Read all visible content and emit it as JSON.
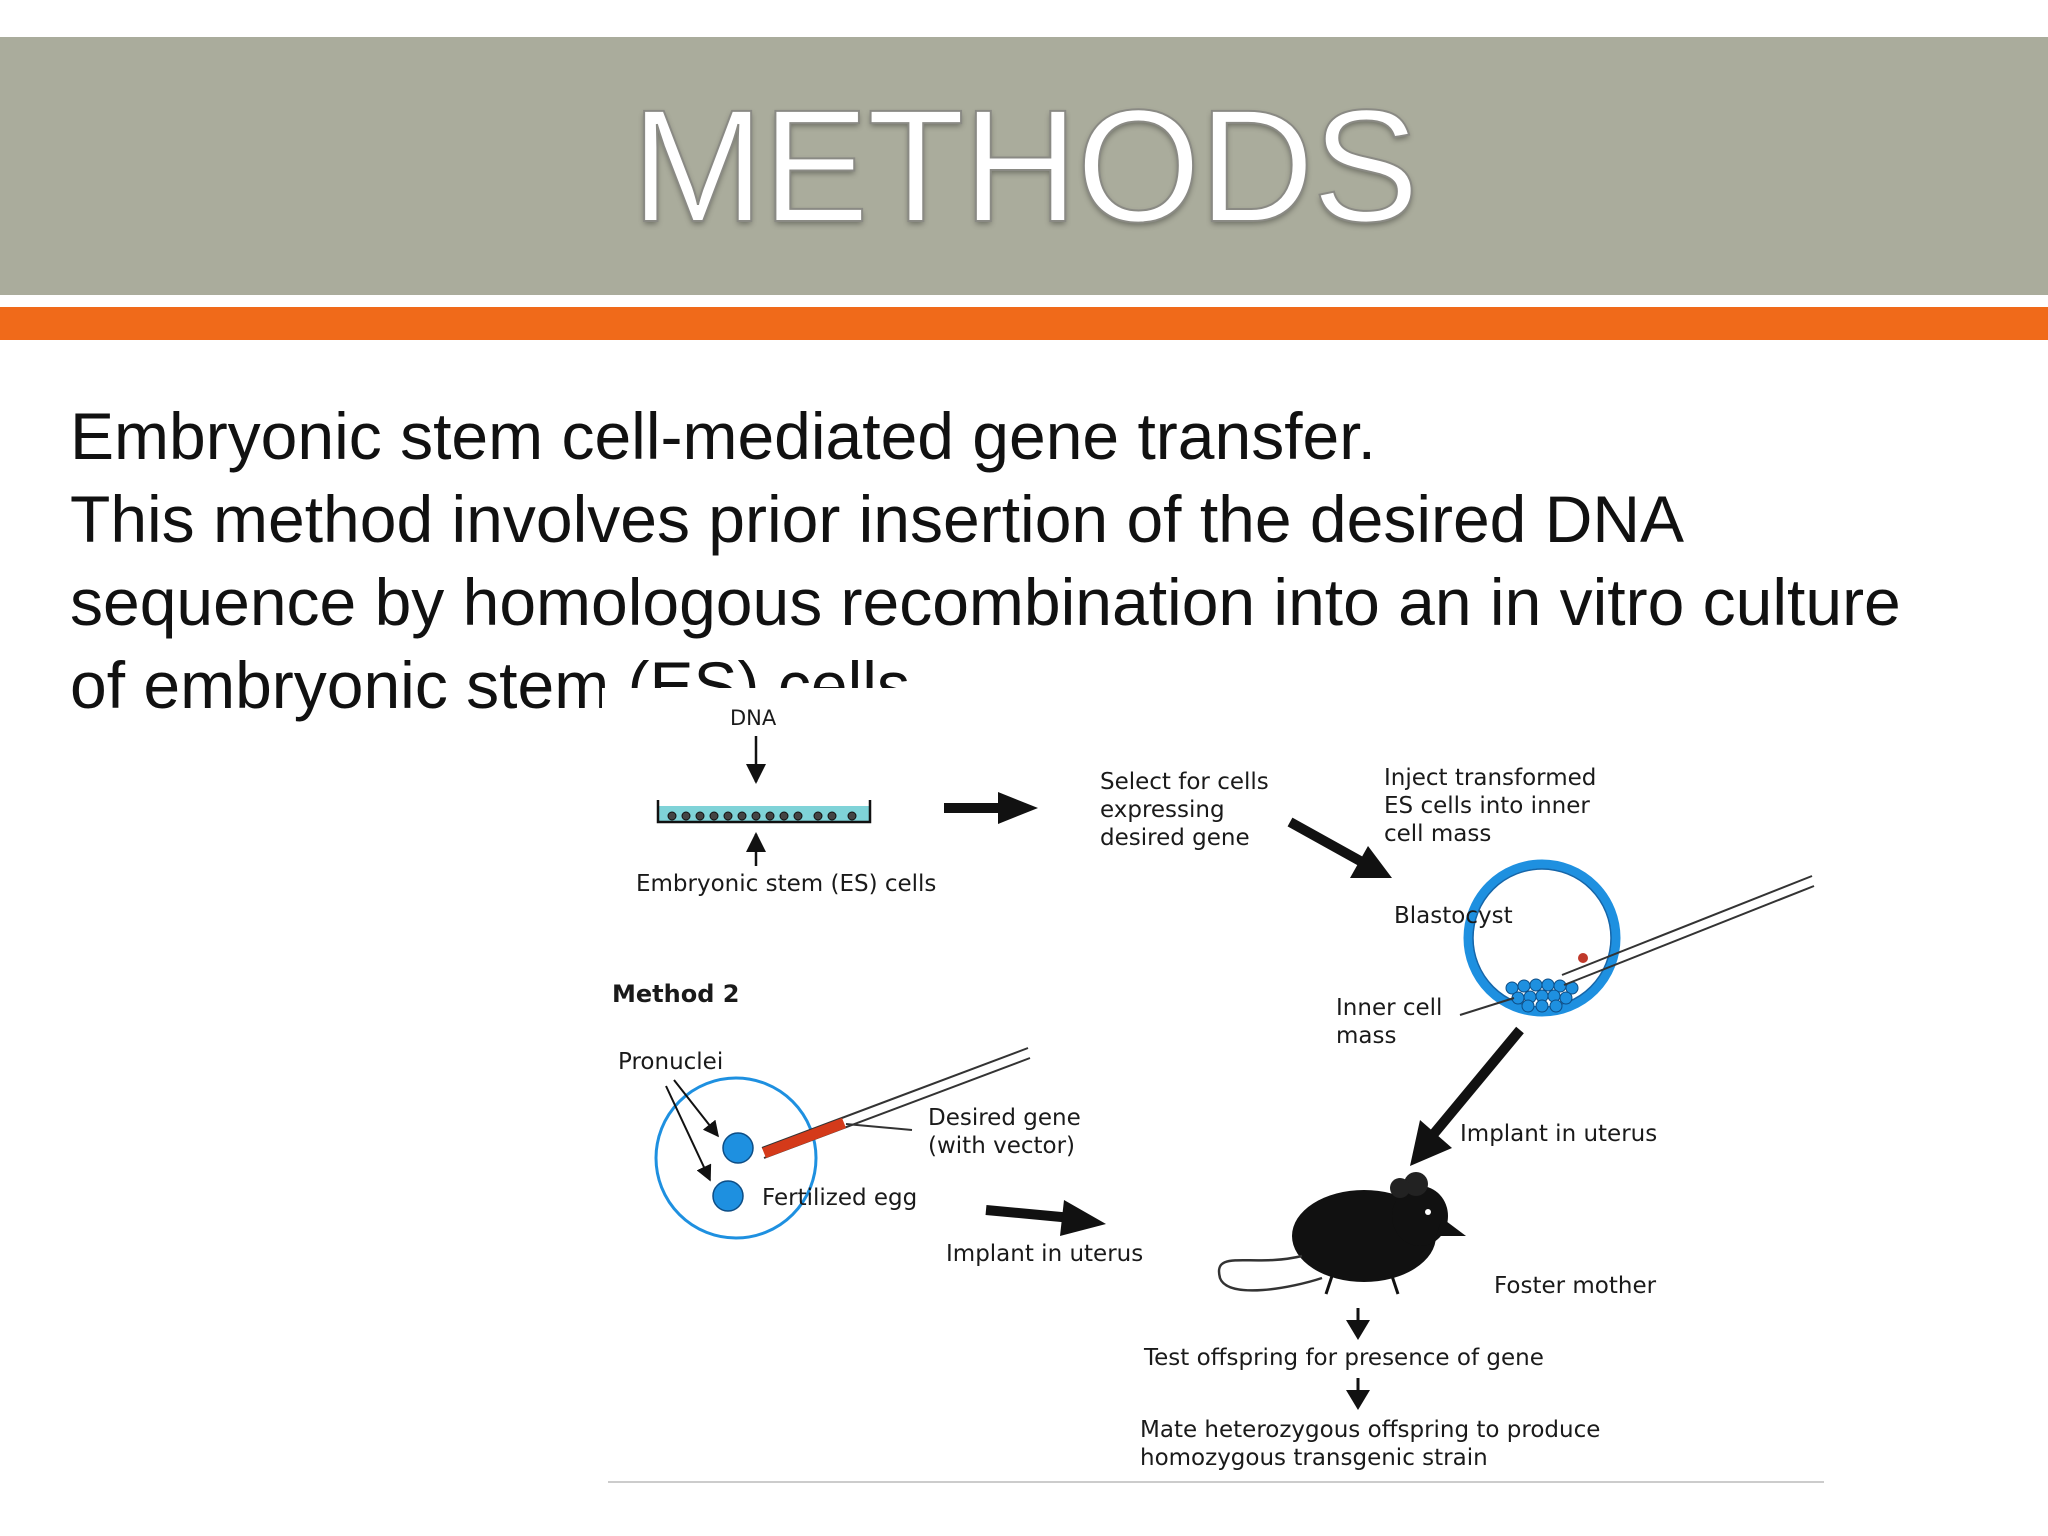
{
  "slide": {
    "title": "METHODS",
    "body_lines": [
      "Embryonic stem cell-mediated gene transfer.",
      "This method involves prior insertion of the desired DNA",
      "sequence by homologous recombination into an in vitro culture",
      "of embryonic stem (ES) cells."
    ]
  },
  "diagram": {
    "labels": {
      "dna": "DNA",
      "es_cells": "Embryonic stem (ES) cells",
      "select_cells_1": "Select for cells",
      "select_cells_2": "expressing",
      "select_cells_3": "desired gene",
      "inject_1": "Inject transformed",
      "inject_2": "ES cells into inner",
      "inject_3": "cell mass",
      "blastocyst": "Blastocyst",
      "inner_cell_1": "Inner cell",
      "inner_cell_2": "mass",
      "method2": "Method 2",
      "pronuclei": "Pronuclei",
      "desired_gene_1": "Desired gene",
      "desired_gene_2": "(with vector)",
      "fertilized_egg": "Fertilized egg",
      "implant_uterus_right": "Implant in uterus",
      "implant_uterus_left": "Implant in uterus",
      "foster_mother": "Foster mother",
      "test_offspring": "Test offspring for presence of gene",
      "mate_1": "Mate heterozygous offspring to produce",
      "mate_2": "homozygous transgenic strain"
    },
    "colors": {
      "cell_blue": "#1e90e0",
      "cell_outline": "#1565a8",
      "culture_fill": "#7fd3d8",
      "gene_red": "#d43a1a",
      "arrow": "#111111"
    },
    "icons": [
      "mouse-icon",
      "blastocyst-icon",
      "micropipette-icon",
      "fertilized-egg-icon",
      "culture-dish-icon"
    ]
  },
  "theme": {
    "title_band": "#aaac9c",
    "accent_bar": "#f06a1a"
  }
}
